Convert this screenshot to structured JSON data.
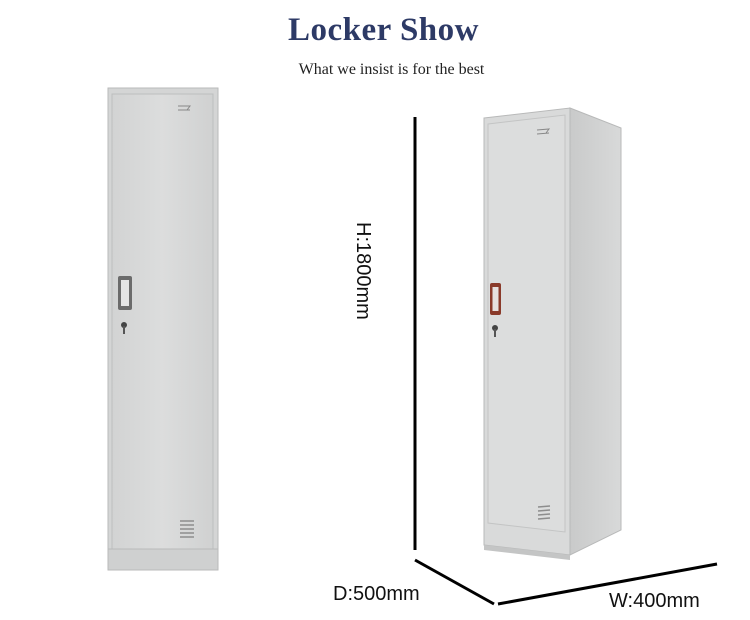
{
  "header": {
    "title": "Locker Show",
    "subtitle": "What we insist is for the best"
  },
  "dimensions": {
    "height_label": "H:1800mm",
    "depth_label": "D:500mm",
    "width_label": "W:400mm"
  },
  "colors": {
    "title": "#2d3a66",
    "locker_body": "#d7d8d8",
    "locker_shadow": "#bfc0c0",
    "handle_accent": "#8a3a2a"
  }
}
